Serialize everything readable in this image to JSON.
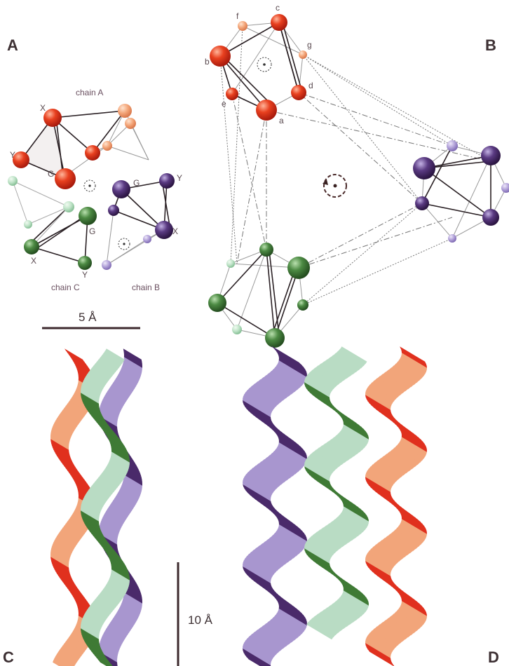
{
  "panels": {
    "a": "A",
    "b": "B",
    "c": "C",
    "d": "D"
  },
  "panel_a": {
    "chain_a_label": "chain A",
    "chain_b_label": "chain B",
    "chain_c_label": "chain C",
    "red_x": "X",
    "red_y": "Y",
    "red_g": "G",
    "purple_g": "G",
    "purple_y": "Y",
    "purple_x": "X",
    "green_g": "G",
    "green_x": "X",
    "green_y": "Y"
  },
  "panel_b": {
    "a": "a",
    "b": "b",
    "c": "c",
    "d": "d",
    "e": "e",
    "f": "f",
    "g": "g"
  },
  "scale": {
    "top": "5 Å",
    "bottom": "10 Å"
  },
  "colors": {
    "red": "#e0301e",
    "red_light": "#f2a57a",
    "purple": "#4a2a6a",
    "purple_light": "#a896cf",
    "green": "#3f7a35",
    "green_light": "#b9dcc4",
    "scale_bar": "#3d2a2e"
  }
}
